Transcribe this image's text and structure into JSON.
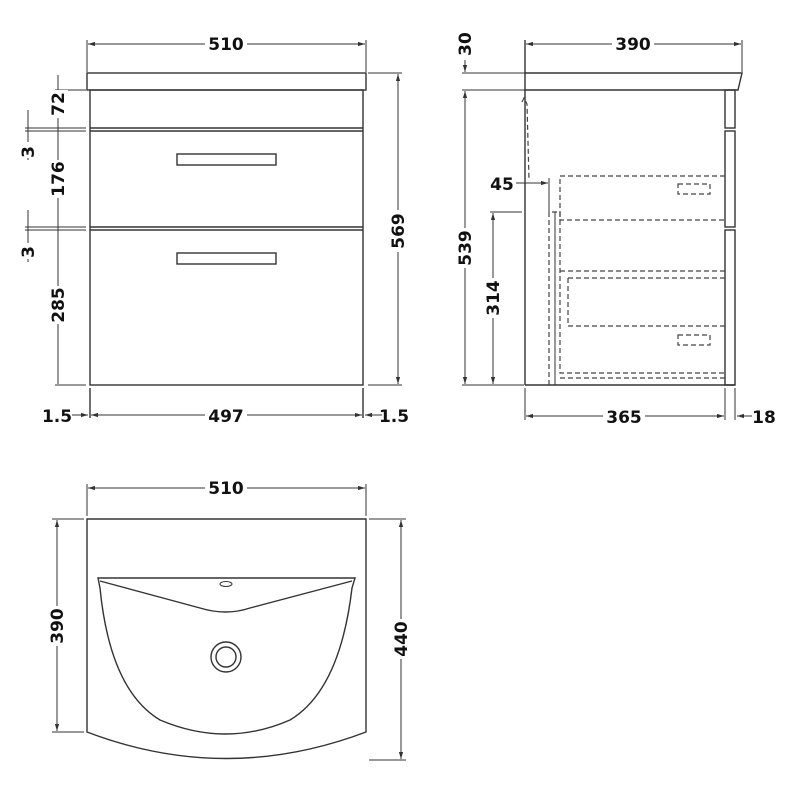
{
  "drawing": {
    "front_view": {
      "overall_width": "510",
      "overall_height": "569",
      "basin_lip_height": "72",
      "gap_top": "3",
      "top_drawer_height": "176",
      "gap_bottom": "3",
      "bottom_drawer_height": "285",
      "carcass_width": "497",
      "side_offset_left": "1.5",
      "side_offset_right": "1.5"
    },
    "side_view": {
      "overall_depth": "390",
      "basin_thickness": "30",
      "carcass_height": "539",
      "wall_gap": "45",
      "drawer_height_internal": "314",
      "carcass_depth": "365",
      "door_thickness": "18"
    },
    "plan_view": {
      "overall_width": "510",
      "side_depth": "390",
      "centre_depth": "440"
    }
  },
  "colors": {
    "line": "#333333",
    "background": "#ffffff",
    "text": "#111111"
  }
}
